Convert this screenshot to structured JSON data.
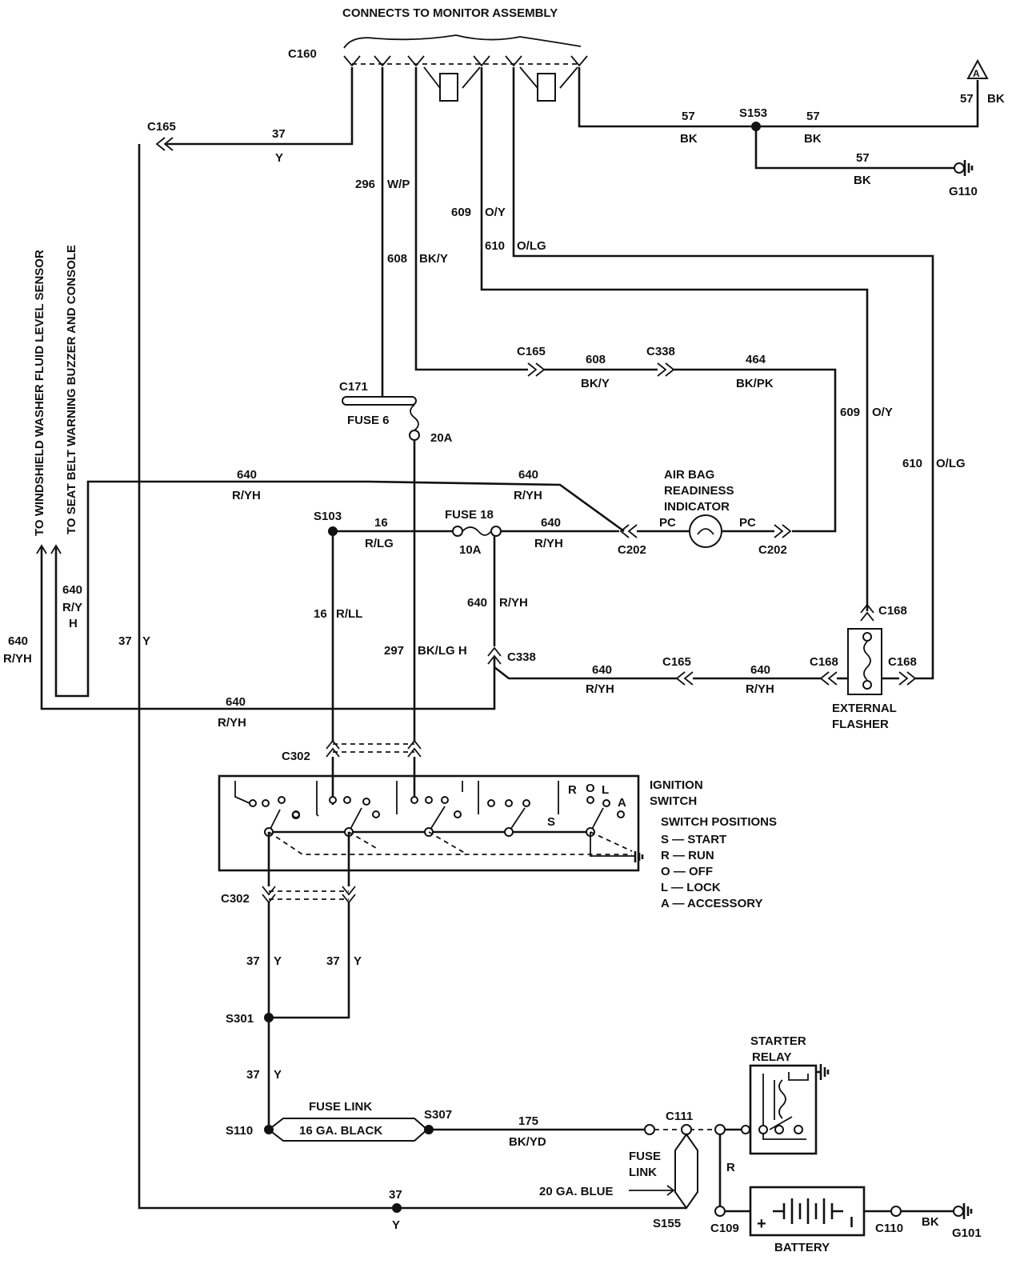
{
  "header": {
    "title": "CONNECTS TO MONITOR ASSEMBLY"
  },
  "side_labels": {
    "washer_sensor": "TO WINDSHIELD WASHER FLUID LEVEL SENSOR",
    "belt_buzzer": "TO SEAT BELT WARNING BUZZER AND CONSOLE"
  },
  "connectors": {
    "c160": "C160",
    "c165": "C165",
    "c171": "C171",
    "c338": "C338",
    "c202": "C202",
    "c168": "C168",
    "c302": "C302",
    "c111": "C111",
    "c109": "C109",
    "c110": "C110"
  },
  "splices": {
    "s153": "S153",
    "s103": "S103",
    "s301": "S301",
    "s110": "S110",
    "s307": "S307",
    "s155": "S155"
  },
  "grounds": {
    "g110": "G110",
    "g101": "G101",
    "ref_a": "A"
  },
  "fuses": {
    "fuse6": "FUSE 6",
    "fuse6_rating": "20A",
    "fuse18": "FUSE 18",
    "fuse18_rating": "10A",
    "fuse_link": "FUSE LINK",
    "fuse_link_gauge": "16 GA. BLACK",
    "fuse_link2": "FUSE",
    "fuse_link2b": "LINK",
    "fuse_link2_gauge": "20 GA. BLUE"
  },
  "wires": {
    "n37": "37",
    "y": "Y",
    "n57": "57",
    "bk": "BK",
    "w296": "296",
    "wp": "W/P",
    "w609": "609",
    "oy": "O/Y",
    "w610": "610",
    "olg": "O/LG",
    "w608": "608",
    "bky": "BK/Y",
    "w464": "464",
    "bkpk": "BK/PK",
    "n640": "640",
    "ryh": "R/YH",
    "ry": "R/Y",
    "h": "H",
    "n16": "16",
    "rlg": "R/LG",
    "rll": "R/LL",
    "w297": "297",
    "bklgh": "BK/LG H",
    "pc": "PC",
    "w175": "175",
    "bkyd": "BK/YD",
    "r": "R"
  },
  "components": {
    "airbag_1": "AIR BAG",
    "airbag_2": "READINESS",
    "airbag_3": "INDICATOR",
    "flasher_1": "EXTERNAL",
    "flasher_2": "FLASHER",
    "ignition_1": "IGNITION",
    "ignition_2": "SWITCH",
    "starter_1": "STARTER",
    "starter_2": "RELAY",
    "battery": "BATTERY",
    "plus": "+",
    "minus": "I"
  },
  "switch_positions": {
    "title": "SWITCH POSITIONS",
    "items": [
      "S — START",
      "R — RUN",
      "O — OFF",
      "L — LOCK",
      "A — ACCESSORY"
    ],
    "letters": {
      "r": "R",
      "o": "O",
      "l": "L",
      "a": "A",
      "s": "S"
    }
  }
}
